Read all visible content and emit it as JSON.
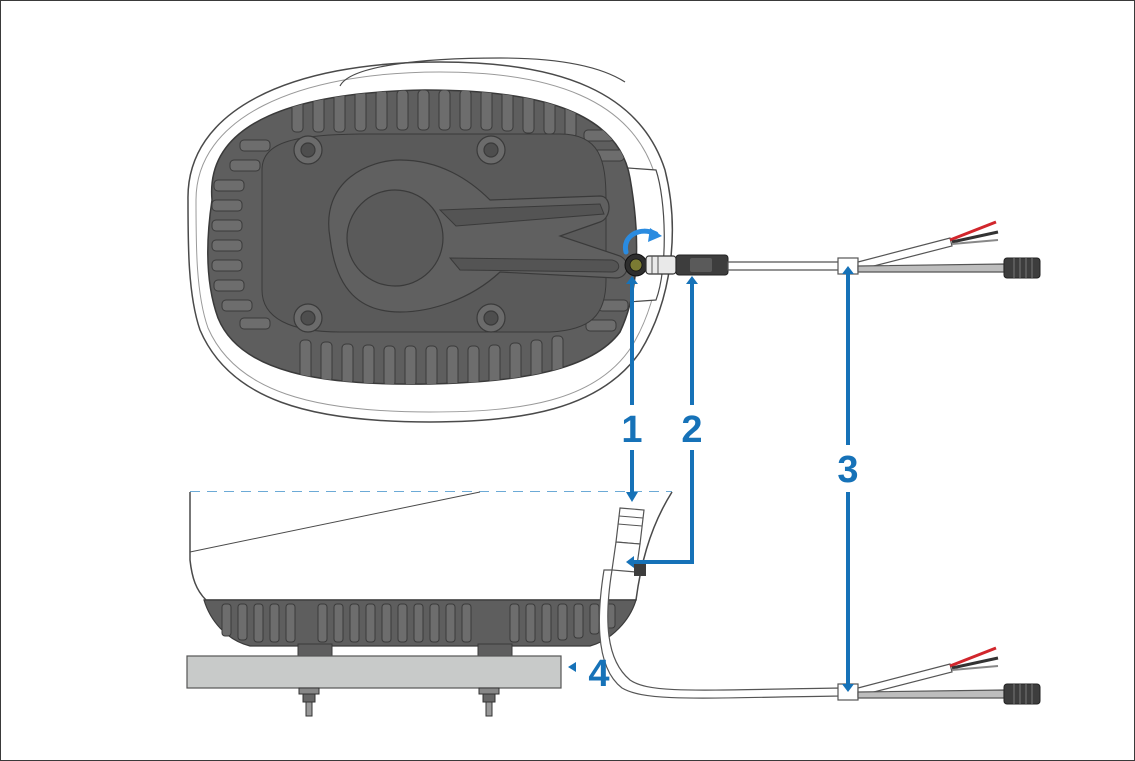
{
  "callouts": [
    {
      "label": "1"
    },
    {
      "label": "2"
    },
    {
      "label": "3"
    },
    {
      "label": "4"
    }
  ],
  "colors": {
    "callout_blue": "#1672b8",
    "housing_dark": "#5e5e5e",
    "housing_light": "#ffffff",
    "outline": "#4a4a4a",
    "mount_surface": "#c8cac9",
    "wire_red": "#d1262c",
    "wire_black": "#333333"
  },
  "icons": {
    "rotate": "rotate-arrow-icon",
    "connector": "connector-plug-icon"
  }
}
